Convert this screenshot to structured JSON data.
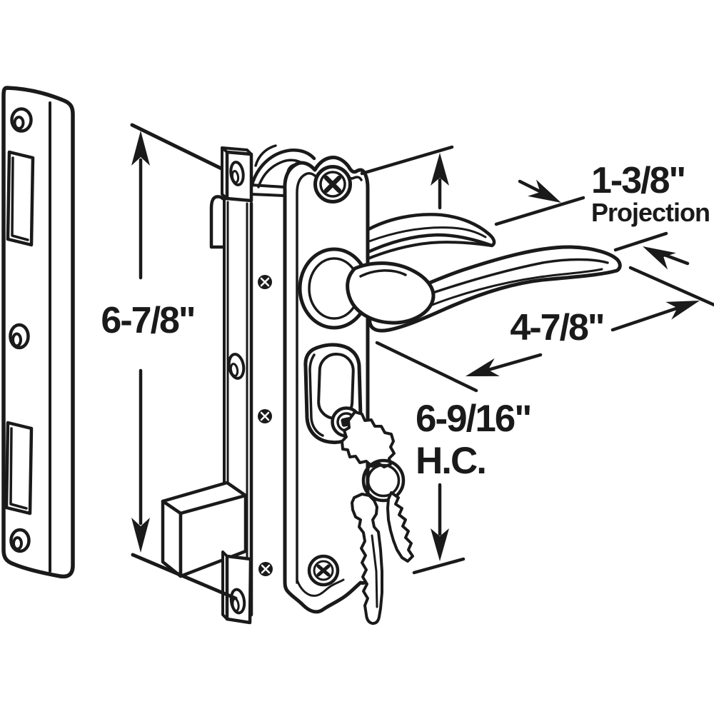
{
  "figure": {
    "title": "Door lock hardware dimension diagram",
    "type": "technical-line-drawing",
    "colors": {
      "background": "#ffffff",
      "line": "#1a1a1a"
    },
    "components": [
      "strike-plate",
      "mortise-faceplate",
      "deadbolt",
      "escutcheon-plate",
      "lever-handle",
      "key-cylinder",
      "keys-on-ring"
    ]
  },
  "labels": {
    "strike_height": "6-7/8\"",
    "projection_value": "1-3/8\"",
    "projection_caption": "Projection",
    "handle_length": "4-7/8\"",
    "hole_centers_value": "6-9/16\"",
    "hole_centers_caption": "H.C."
  }
}
